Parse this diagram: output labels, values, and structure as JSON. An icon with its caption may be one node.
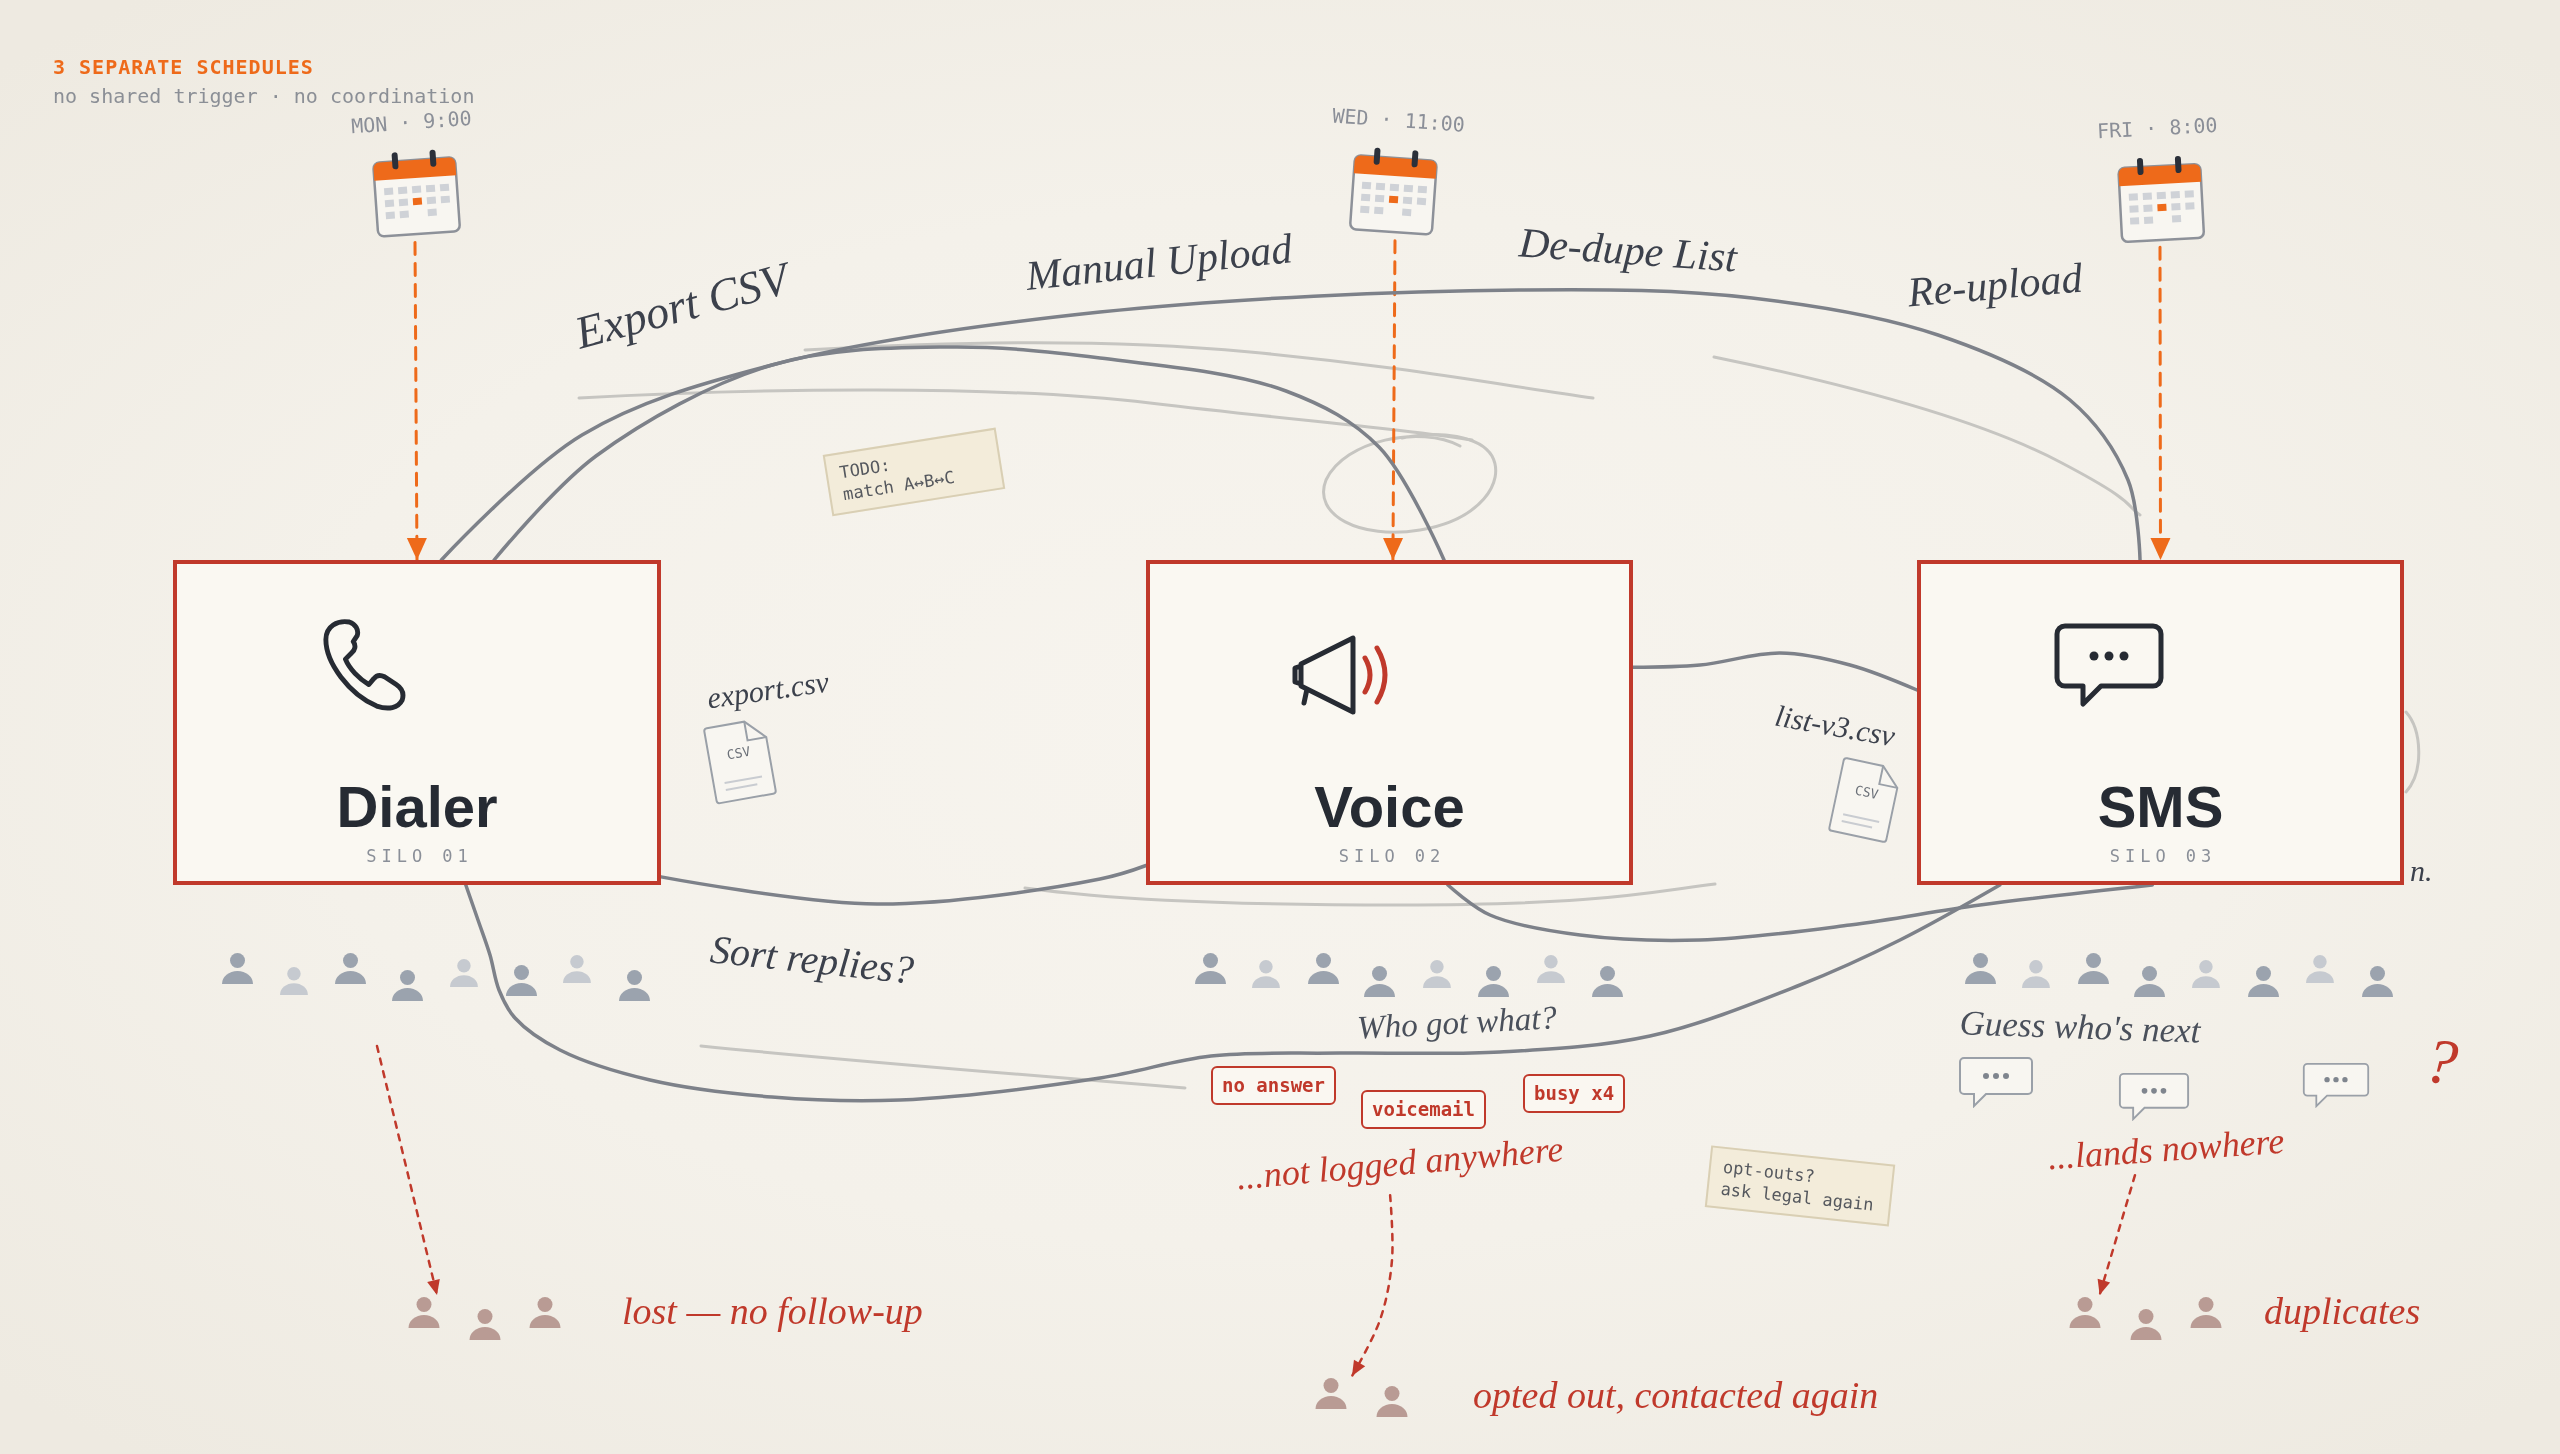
{
  "diagram": {
    "title": "3 SEPARATE SCHEDULES",
    "nodes": [
      {
        "text": [
          "MON · 9:00"
        ]
      },
      {
        "text": [
          "WED · 11:00"
        ]
      },
      {
        "text": [
          "FRI · 8:00"
        ]
      },
      {
        "text": [
          "TODO:",
          "match A↔B↔C"
        ]
      },
      {
        "text": [
          "Dialer",
          "SILO 01"
        ]
      },
      {
        "text": [
          "CSV"
        ],
        "beside": [
          "export.csv"
        ]
      },
      {
        "text": [
          "Voice",
          "SILO 02"
        ]
      },
      {
        "text": [
          "CSV"
        ],
        "beside": [
          "list-v3.csv"
        ]
      },
      {
        "text": [
          "SMS",
          "SILO 03"
        ],
        "beside": [
          "n."
        ]
      },
      {
        "text": [
          "no answer"
        ]
      },
      {
        "text": [
          "voicemail"
        ]
      },
      {
        "text": [
          "busy x4"
        ]
      },
      {
        "text": [
          "...not logged anywhere"
        ]
      },
      {
        "text": [
          "opt-outs?",
          "ask legal again"
        ]
      },
      {
        "text": [
          "...lands nowhere"
        ]
      },
      {
        "text": [],
        "shape": "person",
        "beside": [
          "lost — no follow-up"
        ]
      },
      {
        "text": [],
        "shape": "person",
        "beside": [
          "opted out, contacted again"
        ]
      },
      {
        "text": [],
        "shape": "person",
        "beside": [
          "duplicates"
        ]
      }
    ],
    "edges": [
      {
        "from": 0,
        "to": 4,
        "arrow": "to",
        "style": "dashed",
        "color": "#ee6a1a"
      },
      {
        "from": 1,
        "to": 6,
        "arrow": "to",
        "style": "dashed",
        "color": "#ee6a1a"
      },
      {
        "from": 2,
        "to": 8,
        "arrow": "to",
        "style": "dashed",
        "color": "#ee6a1a"
      },
      {
        "from": 4,
        "to": 8,
        "arrow": "none"
      },
      {
        "from": 4,
        "to": 6,
        "arrow": "none"
      },
      {
        "from": 4,
        "to": 6,
        "arrow": "none"
      },
      {
        "from": 6,
        "to": 8,
        "arrow": "none"
      },
      {
        "from": 4,
        "to": 8,
        "arrow": "none"
      },
      {
        "from": 6,
        "to": 8,
        "arrow": "none"
      },
      {
        "from": null,
        "to": 15,
        "arrow": "to",
        "style": "dashed",
        "color": "#c0392b"
      },
      {
        "from": 12,
        "to": 16,
        "arrow": "to",
        "style": "dashed",
        "color": "#c0392b"
      },
      {
        "from": 14,
        "to": 17,
        "arrow": "to",
        "style": "dashed",
        "color": "#c0392b"
      }
    ],
    "labels": [
      "no shared trigger · no coordination",
      "Export CSV",
      "Manual Upload",
      "De-dupe List",
      "Re-upload",
      "Sort replies?",
      "Who got what?",
      "Guess who's next",
      "?"
    ]
  }
}
